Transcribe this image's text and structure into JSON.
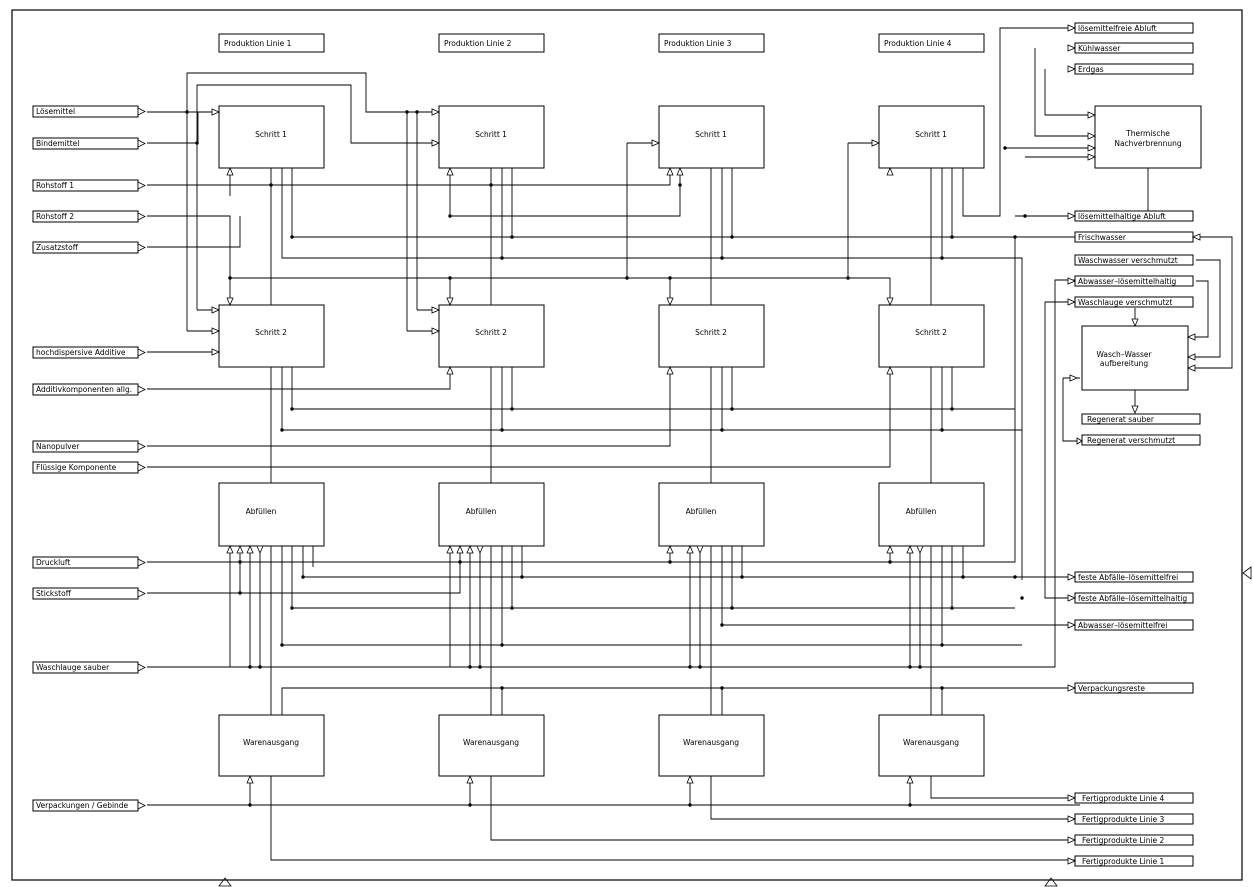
{
  "lines": [
    {
      "label": "Produktion  Linie  1"
    },
    {
      "label": "Produktion  Linie  2"
    },
    {
      "label": "Produktion  Linie  3"
    },
    {
      "label": "Produktion  Linie  4"
    }
  ],
  "steps": [
    "Schritt  1",
    "Schritt  2",
    "Abfüllen",
    "Warenausgang"
  ],
  "inputs": [
    "Lösemittel",
    "Bindemittel",
    "Rohstoff  1",
    "Rohstoff  2",
    "Zusatzstoff",
    "hochdispersive  Additive",
    "Additivkomponenten  allg.",
    "Nanopulver",
    "Flüssige  Komponente",
    "Druckluft",
    "Stickstoff",
    "Waschlauge  sauber",
    "Verpackungen  /  Gebinde"
  ],
  "outputs": [
    "lösemittelfreie  Abluft",
    "Kühlwasser",
    "Erdgas",
    "lösemittelhaltige  Abluft",
    "Frischwasser",
    "Waschwasser  verschmutzt",
    "Abwasser–lösemittelhaltig",
    "Waschlauge  verschmutzt",
    "Regenerat  sauber",
    "Regenerat  verschmutzt",
    "feste  Abfälle–lösemittelfrei",
    "feste  Abfälle–lösemittelhaltig",
    "Abwasser–lösemittelfrei",
    "Verpackungsreste",
    "Fertigprodukte  Linie  4",
    "Fertigprodukte  Linie  3",
    "Fertigprodukte  Linie  2",
    "Fertigprodukte  Linie  1"
  ],
  "units": {
    "nachverbrennung": [
      "Thermische",
      "Nachverbrennung"
    ],
    "waschwasser": [
      "Wasch–Wasser",
      "aufbereitung"
    ]
  }
}
